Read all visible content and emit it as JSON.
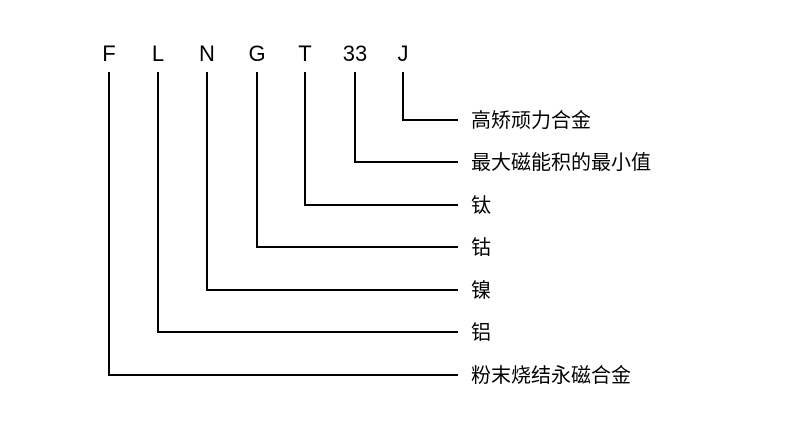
{
  "diagram": {
    "codes": [
      {
        "symbol": "F",
        "meaning": "粉末烧结永磁合金"
      },
      {
        "symbol": "L",
        "meaning": "铝"
      },
      {
        "symbol": "N",
        "meaning": "镍"
      },
      {
        "symbol": "G",
        "meaning": "钴"
      },
      {
        "symbol": "T",
        "meaning": "钛"
      },
      {
        "symbol": "33",
        "meaning": "最大磁能积的最小值"
      },
      {
        "symbol": "J",
        "meaning": "高矫顽力合金"
      }
    ],
    "line_color": "#000000"
  }
}
